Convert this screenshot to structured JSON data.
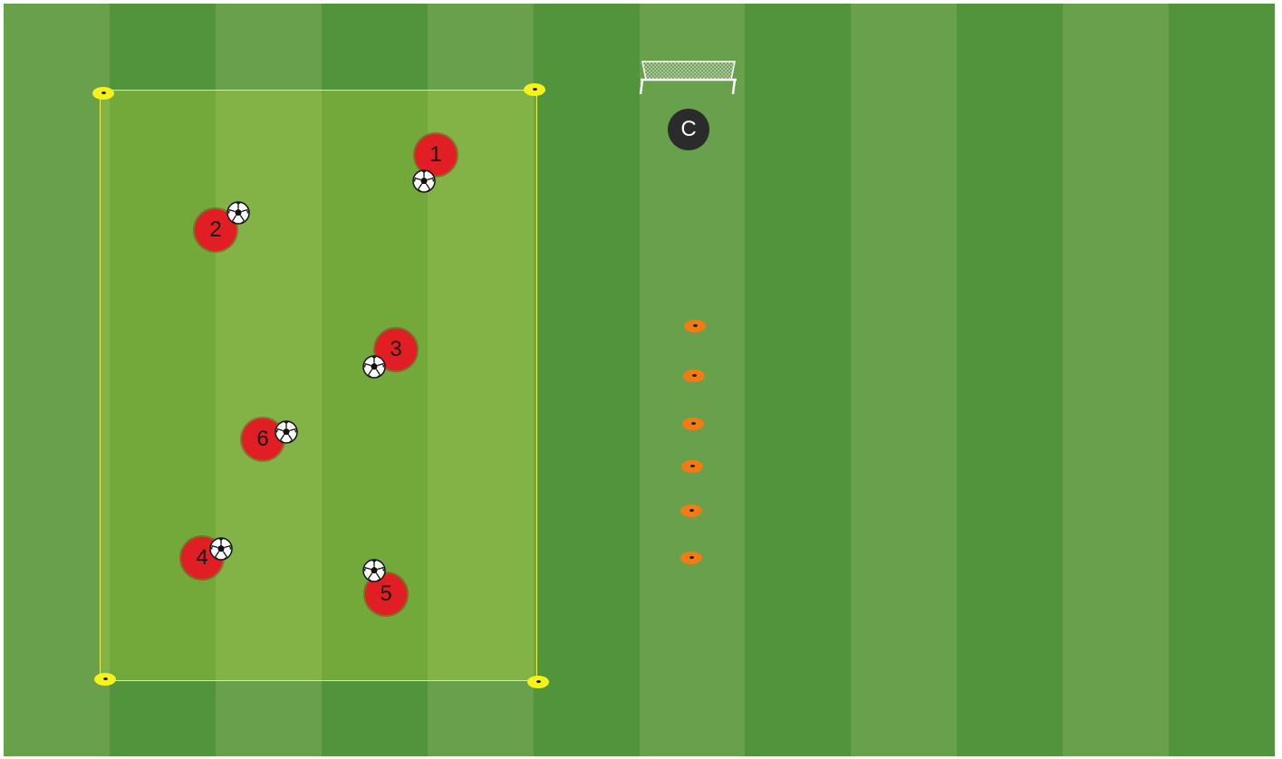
{
  "players": [
    {
      "label": "1"
    },
    {
      "label": "2"
    },
    {
      "label": "3"
    },
    {
      "label": "6"
    },
    {
      "label": "4"
    },
    {
      "label": "5"
    }
  ],
  "coach": {
    "label": "C"
  },
  "colors": {
    "pitch_light": "#68a04b",
    "pitch_dark": "#52943b",
    "zone_border": "#e8f24a",
    "player": "#e01e24",
    "coach": "#2b2b2b",
    "cone_yellow": "#f7f21a",
    "cone_orange": "#f47a12"
  },
  "icons": {
    "ball": "soccer-ball-icon",
    "goal": "goal-net-icon",
    "cone": "marker-cone-icon"
  }
}
